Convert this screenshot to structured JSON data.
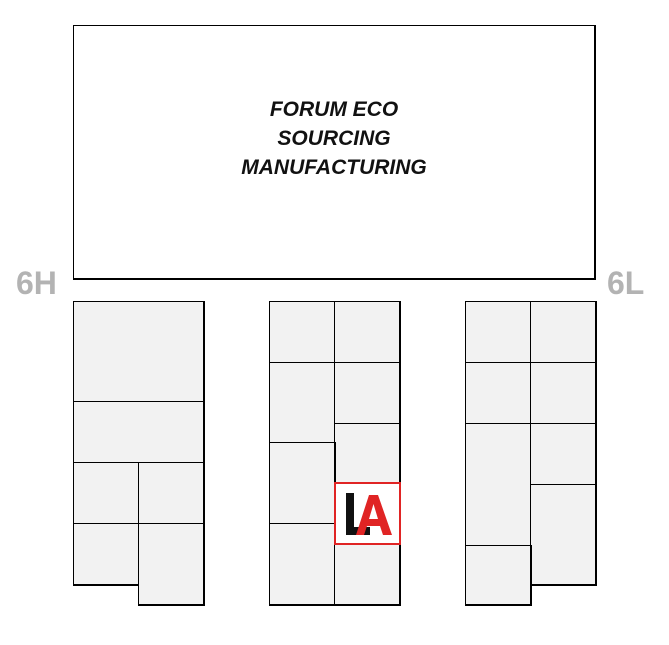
{
  "forum": {
    "line1": "FORUM ECO",
    "line2": "SOURCING",
    "line3": "MANUFACTURING"
  },
  "halls": {
    "left": "6H",
    "right": "6L"
  },
  "logo": {
    "icon": "la-logo-icon",
    "letters": "LA",
    "colors": {
      "l": "#111111",
      "a": "#e02424",
      "border": "#e02424"
    }
  },
  "colors": {
    "booth_fill": "#f2f2f2",
    "outline": "#000000",
    "hall_label": "#b3b3b3"
  }
}
